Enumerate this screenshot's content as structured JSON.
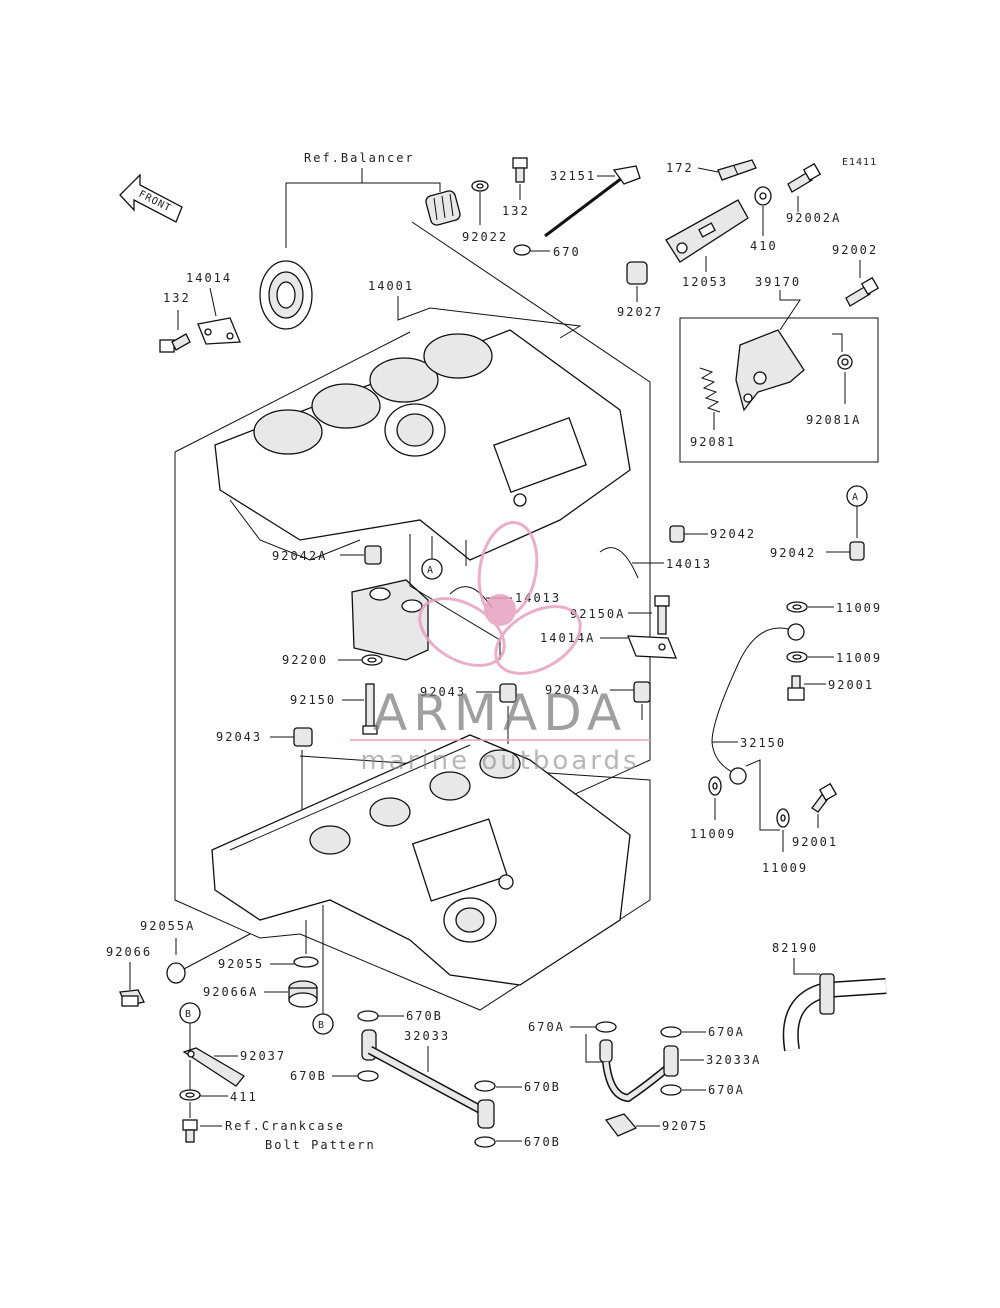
{
  "diagram_id": "E1411",
  "front_arrow": "FRONT",
  "refs": {
    "balancer": "Ref.Balancer",
    "crankcase_line1": "Ref.Crankcase",
    "crankcase_line2": "Bolt Pattern"
  },
  "callouts": {
    "A": "A",
    "B": "B"
  },
  "labels": {
    "p14014_top": "14014",
    "p132_top": "132",
    "p132_left": "132",
    "p14001": "14001",
    "p92022": "92022",
    "p32151": "32151",
    "p670_top": "670",
    "p172": "172",
    "p92002A": "92002A",
    "p410": "410",
    "p12053": "12053",
    "p92002": "92002",
    "p92027": "92027",
    "p39170": "39170",
    "p92081": "92081",
    "p92081A": "92081A",
    "p92042": "92042",
    "p92042A": "92042A",
    "p92042_right": "92042",
    "p14013_a": "14013",
    "p14013_b": "14013",
    "p92150A": "92150A",
    "p14014A": "14014A",
    "p92200": "92200",
    "p92150": "92150",
    "p92043_mid": "92043",
    "p92043A": "92043A",
    "p92043_left": "92043",
    "p11009_a": "11009",
    "p11009_b": "11009",
    "p92001_a": "92001",
    "p32150": "32150",
    "p11009_c": "11009",
    "p11009_d": "11009",
    "p92001_b": "92001",
    "p92055A": "92055A",
    "p92066": "92066",
    "p92055": "92055",
    "p92066A": "92066A",
    "p82190": "82190",
    "p670B_a": "670B",
    "p32033": "32033",
    "p670B_b": "670B",
    "p670B_c": "670B",
    "p670B_d": "670B",
    "p670A_a": "670A",
    "p670A_b": "670A",
    "p32033A": "32033A",
    "p670A_c": "670A",
    "p92075": "92075",
    "p92037": "92037",
    "p411": "411"
  },
  "watermark": {
    "brand": "ARMADA",
    "tagline": "marine outboards",
    "accent_color": "#e8a0c0"
  }
}
